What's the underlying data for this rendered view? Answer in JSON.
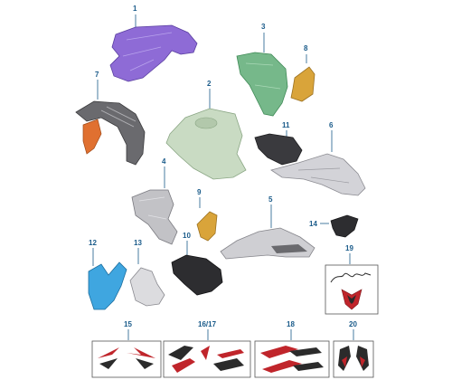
{
  "colors": {
    "callout": "#1a5b8a",
    "part1": "#8e6bd6",
    "part2": "#c9dbc3",
    "part3": "#76b88a",
    "part4": "#c2c2c6",
    "part5": "#cfcfd3",
    "part6": "#d3d3d8",
    "part7_body": "#6a6a6e",
    "part7_accent": "#e07030",
    "part8": "#d9a43a",
    "part9": "#d9a43a",
    "part10": "#2d2d30",
    "part11": "#3a3a3e",
    "part12": "#3fa6e0",
    "part13": "#dcdcdf",
    "part14": "#2d2d30",
    "decal_red": "#c0252b",
    "decal_dark": "#2b2b2b",
    "box_border": "#555555"
  },
  "callouts": {
    "c1": "1",
    "c2": "2",
    "c3": "3",
    "c4": "4",
    "c5": "5",
    "c6": "6",
    "c7": "7",
    "c8": "8",
    "c9": "9",
    "c10": "10",
    "c11": "11",
    "c12": "12",
    "c13": "13",
    "c14": "14",
    "c15": "15",
    "c1617": "16/17",
    "c18": "18",
    "c19": "19",
    "c20": "20"
  }
}
